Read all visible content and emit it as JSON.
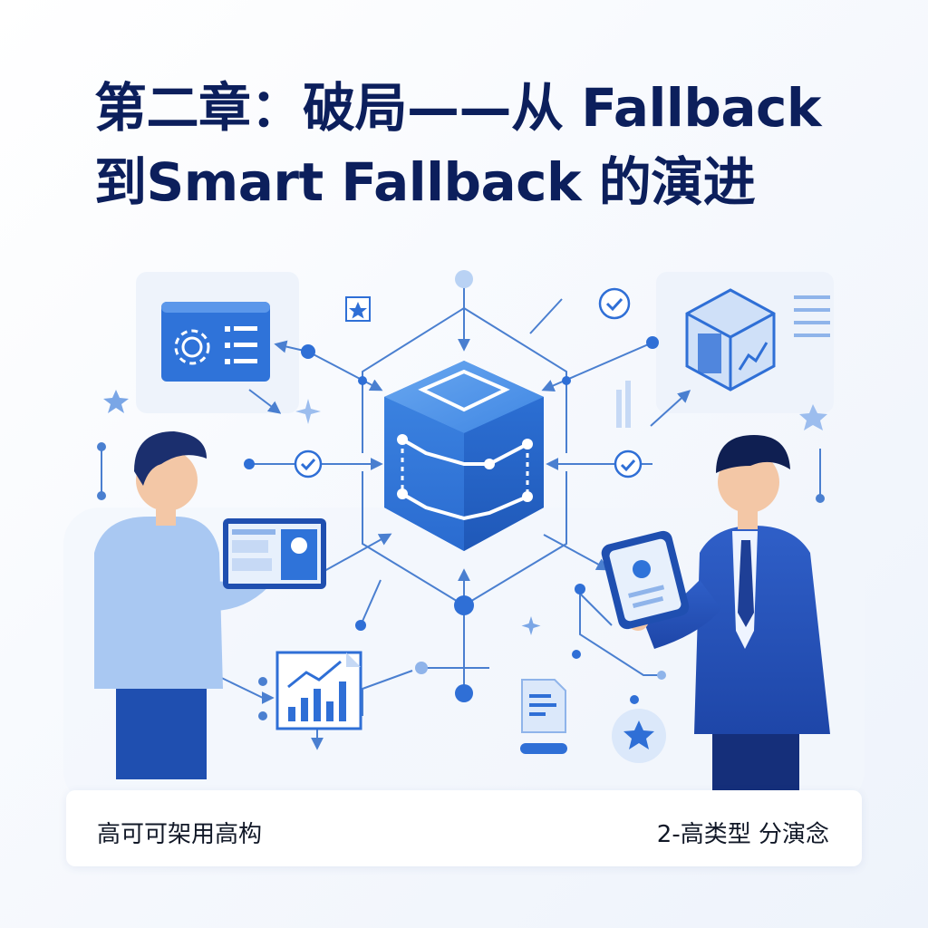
{
  "title": {
    "line1": "第二章：破局——从 Fallback",
    "line2": "到Smart Fallback 的演进"
  },
  "footer": {
    "left_label": "高可可架用高构",
    "right_label": "2-高类型 分演念"
  },
  "colors": {
    "title": "#0c1f5c",
    "accent": "#2f6fd6",
    "accent_light": "#8fb4ea",
    "card_bg": "#eef3fb"
  },
  "icons": [
    "gear-icon",
    "star-icon",
    "check-icon",
    "cube-icon",
    "bar-chart-icon",
    "document-icon",
    "tablet-icon",
    "phone-icon"
  ]
}
